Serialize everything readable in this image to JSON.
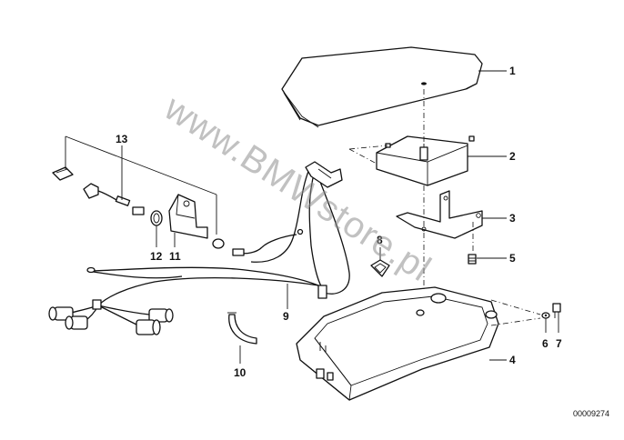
{
  "diagram": {
    "watermark": "www.BMWstore.pl",
    "reference_number": "00009274",
    "callouts": [
      {
        "id": "1",
        "label": "1"
      },
      {
        "id": "2",
        "label": "2"
      },
      {
        "id": "3",
        "label": "3"
      },
      {
        "id": "4",
        "label": "4"
      },
      {
        "id": "5",
        "label": "5"
      },
      {
        "id": "6",
        "label": "6"
      },
      {
        "id": "7",
        "label": "7"
      },
      {
        "id": "8",
        "label": "8"
      },
      {
        "id": "9",
        "label": "9"
      },
      {
        "id": "10",
        "label": "10"
      },
      {
        "id": "11",
        "label": "11"
      },
      {
        "id": "12",
        "label": "12"
      },
      {
        "id": "13",
        "label": "13"
      }
    ]
  }
}
